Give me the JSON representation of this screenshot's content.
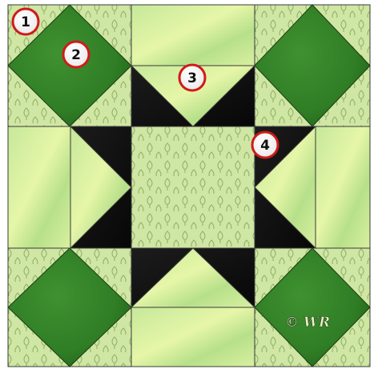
{
  "colors": {
    "light_print": "#cfe6a4",
    "light_print_motif": "#8fb062",
    "light_green": "#c6e89a",
    "light_green_highlight": "#e6f6a8",
    "dark_green": "#2f7d25",
    "dark_green_deep": "#1e5a18",
    "black": "#111111",
    "seam": "#3a3a3a",
    "badge_ring": "#d11a1a",
    "badge_fill": "#ffffff"
  },
  "badges": [
    {
      "label": "1"
    },
    {
      "label": "2"
    },
    {
      "label": "3"
    },
    {
      "label": "4"
    }
  ],
  "signature": {
    "text": "© WR"
  }
}
